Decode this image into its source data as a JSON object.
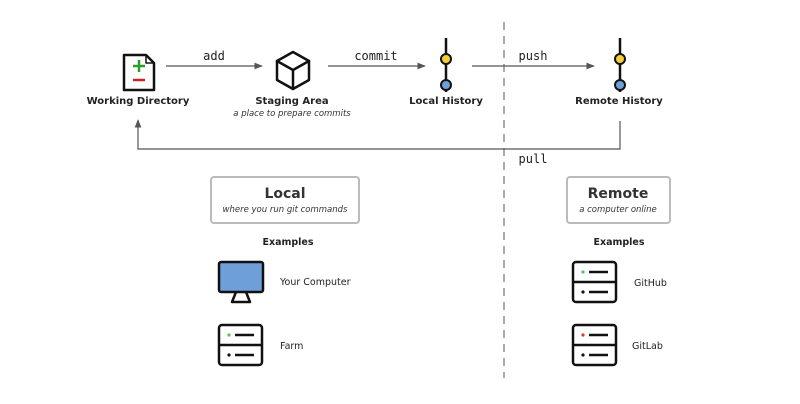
{
  "nodes": {
    "working": {
      "label": "Working Directory"
    },
    "staging": {
      "label": "Staging Area",
      "subtitle": "a place to prepare commits"
    },
    "local_history": {
      "label": "Local History"
    },
    "remote_history": {
      "label": "Remote History"
    }
  },
  "commands": {
    "add": "add",
    "commit": "commit",
    "push": "push",
    "pull": "pull"
  },
  "local": {
    "title": "Local",
    "subtitle": "where you run git commands",
    "examples_heading": "Examples",
    "examples": [
      "Your Computer",
      "Farm"
    ]
  },
  "remote": {
    "title": "Remote",
    "subtitle": "a computer online",
    "examples_heading": "Examples",
    "examples": [
      "GitHub",
      "GitLab"
    ]
  },
  "colors": {
    "plus": "#2e9b2e",
    "minus": "#cc2222",
    "commit_yellow": "#f5d033",
    "commit_blue": "#6f9fd8",
    "monitor": "#6f9fd8",
    "led_green": "#5cc05c",
    "led_red": "#dd3333"
  }
}
